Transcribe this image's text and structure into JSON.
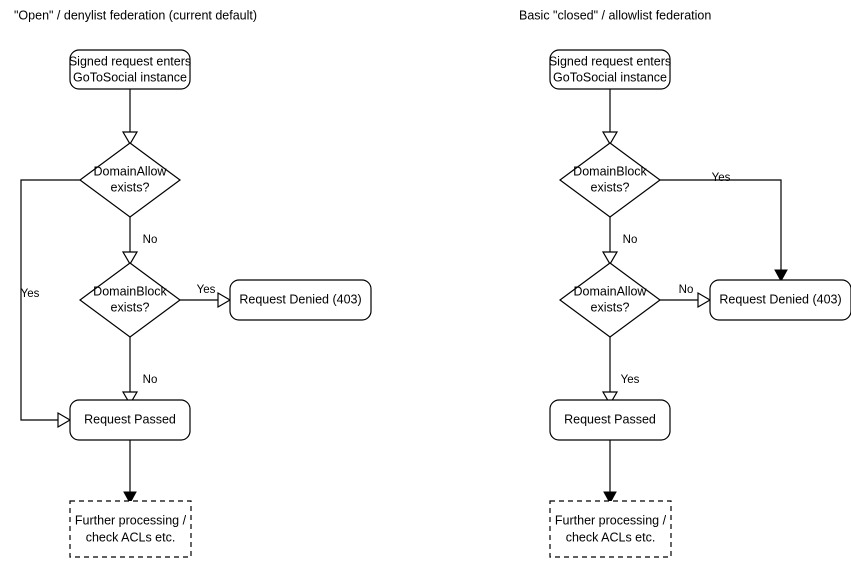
{
  "diagram": {
    "type": "flowchart",
    "background_color": "#ffffff",
    "stroke_color": "#000000",
    "text_color": "#000000",
    "panels": [
      {
        "id": "open-denylist",
        "title": "\"Open\" / denylist federation (current default)",
        "nodes": {
          "entry": {
            "label_line1": "Signed request enters",
            "label_line2": "GoToSocial instance",
            "shape": "rounded-rect"
          },
          "decision1": {
            "label_line1": "DomainAllow",
            "label_line2": "exists?",
            "shape": "diamond"
          },
          "decision2": {
            "label_line1": "DomainBlock",
            "label_line2": "exists?",
            "shape": "diamond"
          },
          "denied": {
            "label": "Request Denied (403)",
            "shape": "rounded-rect"
          },
          "passed": {
            "label": "Request Passed",
            "shape": "rounded-rect"
          },
          "further": {
            "label_line1": "Further processing /",
            "label_line2": "check ACLs etc.",
            "shape": "dashed-rect"
          }
        },
        "edge_labels": {
          "allow_yes": "Yes",
          "allow_no": "No",
          "block_yes": "Yes",
          "block_no": "No"
        }
      },
      {
        "id": "closed-allowlist",
        "title": "Basic \"closed\" / allowlist federation",
        "nodes": {
          "entry": {
            "label_line1": "Signed request enters",
            "label_line2": "GoToSocial instance",
            "shape": "rounded-rect"
          },
          "decision1": {
            "label_line1": "DomainBlock",
            "label_line2": "exists?",
            "shape": "diamond"
          },
          "decision2": {
            "label_line1": "DomainAllow",
            "label_line2": "exists?",
            "shape": "diamond"
          },
          "denied": {
            "label": "Request Denied (403)",
            "shape": "rounded-rect"
          },
          "passed": {
            "label": "Request Passed",
            "shape": "rounded-rect"
          },
          "further": {
            "label_line1": "Further processing /",
            "label_line2": "check ACLs etc.",
            "shape": "dashed-rect"
          }
        },
        "edge_labels": {
          "block_yes": "Yes",
          "block_no": "No",
          "allow_no": "No",
          "allow_yes": "Yes"
        }
      }
    ]
  }
}
